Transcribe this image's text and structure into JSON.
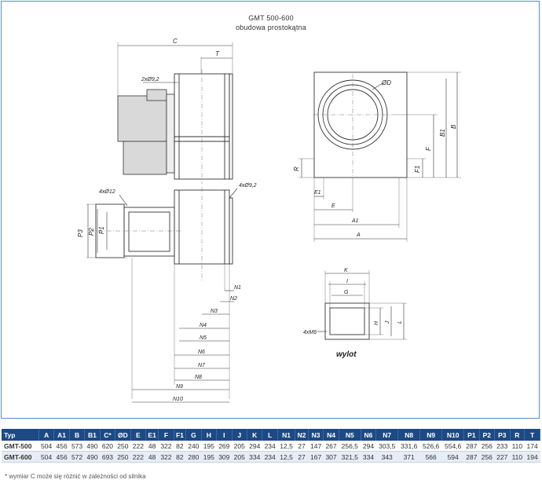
{
  "drawing": {
    "title": "GMT 500-600",
    "subtitle": "obudowa prostokątna",
    "outlet_caption": "wylot",
    "labels": {
      "C": "C",
      "T": "T",
      "hole_top": "2xØ9,2",
      "hole_left": "4xØ12",
      "hole_right": "4xØ9,2",
      "P3": "P3",
      "P2": "P2",
      "P1": "P1",
      "N1": "N1",
      "N2": "N2",
      "N3": "N3",
      "N4": "N4",
      "N5": "N5",
      "N6": "N6",
      "N7": "N7",
      "N8": "N8",
      "N9": "N9",
      "N10": "N10",
      "OD": "ØD",
      "B1": "B1",
      "B": "B",
      "F": "F",
      "F1": "F1",
      "R": "R",
      "E1": "E1",
      "E": "E",
      "A1": "A1",
      "A": "A",
      "K": "K",
      "I": "I",
      "G": "G",
      "H": "H",
      "J": "J",
      "L": "L",
      "M6": "4xM6"
    }
  },
  "table": {
    "headers": [
      "Typ",
      "A",
      "A1",
      "B",
      "B1",
      "C*",
      "ØD",
      "E",
      "E1",
      "F",
      "F1",
      "G",
      "H",
      "I",
      "J",
      "K",
      "L",
      "N1",
      "N2",
      "N3",
      "N4",
      "N5",
      "N6",
      "N7",
      "N8",
      "N9",
      "N10",
      "P1",
      "P2",
      "P3",
      "R",
      "T"
    ],
    "rows": [
      [
        "GMT-500",
        "504",
        "456",
        "573",
        "490",
        "620",
        "250",
        "222",
        "48",
        "322",
        "82",
        "240",
        "195",
        "269",
        "205",
        "294",
        "234",
        "12,5",
        "27",
        "147",
        "267",
        "256,5",
        "294",
        "303,5",
        "331,6",
        "526,6",
        "554,6",
        "287",
        "256",
        "233",
        "110",
        "174"
      ],
      [
        "GMT-600",
        "504",
        "456",
        "572",
        "490",
        "693",
        "250",
        "222",
        "48",
        "322",
        "82",
        "280",
        "195",
        "309",
        "205",
        "334",
        "234",
        "12,5",
        "27",
        "167",
        "307",
        "321,5",
        "334",
        "343",
        "371",
        "566",
        "594",
        "287",
        "256",
        "227",
        "110",
        "194"
      ]
    ]
  },
  "footnote": "* wymiar C może się różnić w zależności od silnika"
}
